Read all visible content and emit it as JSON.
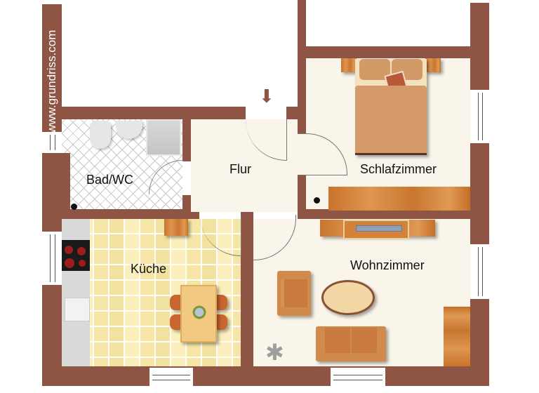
{
  "watermark": "www.grundriss.com",
  "rooms": [
    {
      "id": "bad",
      "label": "Bad/WC"
    },
    {
      "id": "flur",
      "label": "Flur"
    },
    {
      "id": "schlafzimmer",
      "label": "Schlafzimmer"
    },
    {
      "id": "kueche",
      "label": "Küche"
    },
    {
      "id": "wohnzimmer",
      "label": "Wohnzimmer"
    }
  ],
  "entrance": {
    "icon": "arrow-down-icon",
    "glyph": "⬇"
  },
  "colors": {
    "wall": "#8f5544",
    "floor": "#f9f5ea",
    "kitchen_tile": "#fdf6cf",
    "wood": "#d4813a",
    "bed": "#d49a6a"
  }
}
